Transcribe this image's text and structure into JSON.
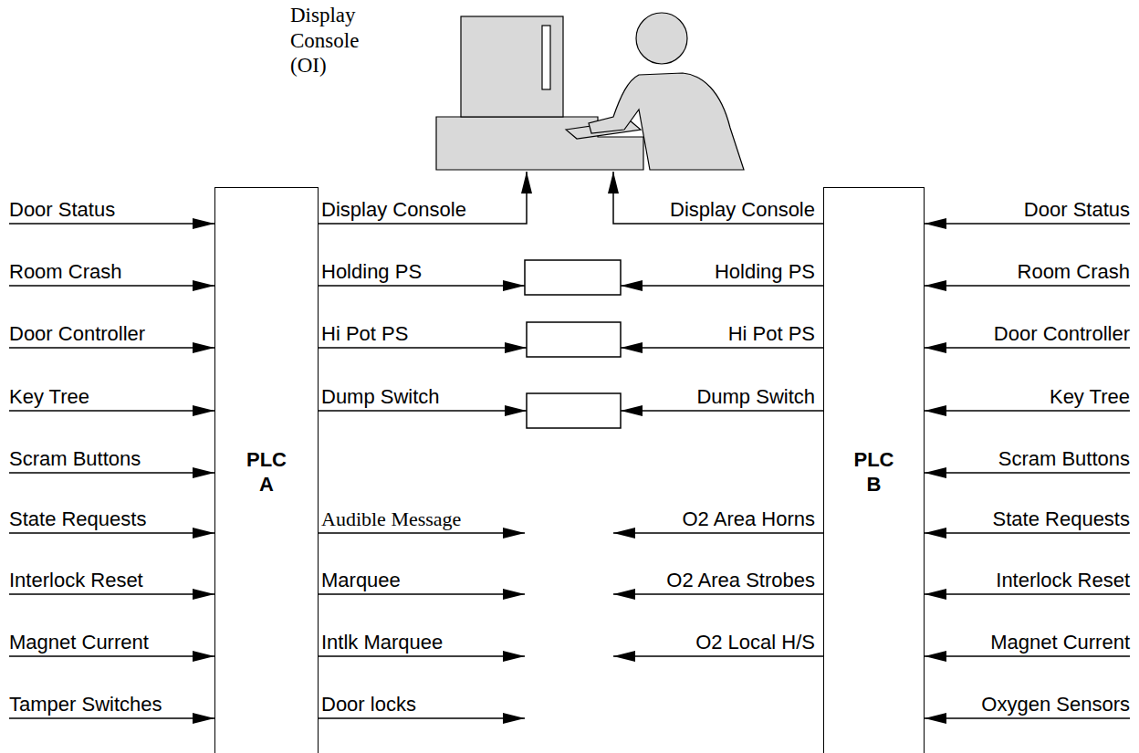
{
  "diagram": {
    "nodes": [
      {
        "text": [
          "Display Console (OI)"
        ]
      },
      {
        "text": [
          "PLC A"
        ]
      },
      {
        "text": [
          "PLC B"
        ]
      }
    ],
    "edges": [
      {
        "from": 1,
        "to": 0,
        "arrow": "to",
        "label": "Display Console"
      },
      {
        "from": 2,
        "to": 0,
        "arrow": "to",
        "label": "Display Console"
      }
    ],
    "labels": [
      "Door Status",
      "Room Crash",
      "Door Controller",
      "Key Tree",
      "Scram Buttons",
      "State Requests",
      "Interlock Reset",
      "Magnet Current",
      "Tamper Switches",
      "Holding PS",
      "Hi Pot PS",
      "Dump Switch",
      "Audible Message",
      "Marquee",
      "Intlk Marquee",
      "Door locks",
      "Holding PS",
      "Hi Pot PS",
      "Dump Switch",
      "O2 Area Horns",
      "O2 Area Strobes",
      "O2 Local H/S",
      "Door Status",
      "Room Crash",
      "Door Controller",
      "Key Tree",
      "Scram Buttons",
      "State Requests",
      "Interlock Reset",
      "Magnet Current",
      "Oxygen Sensors"
    ]
  }
}
